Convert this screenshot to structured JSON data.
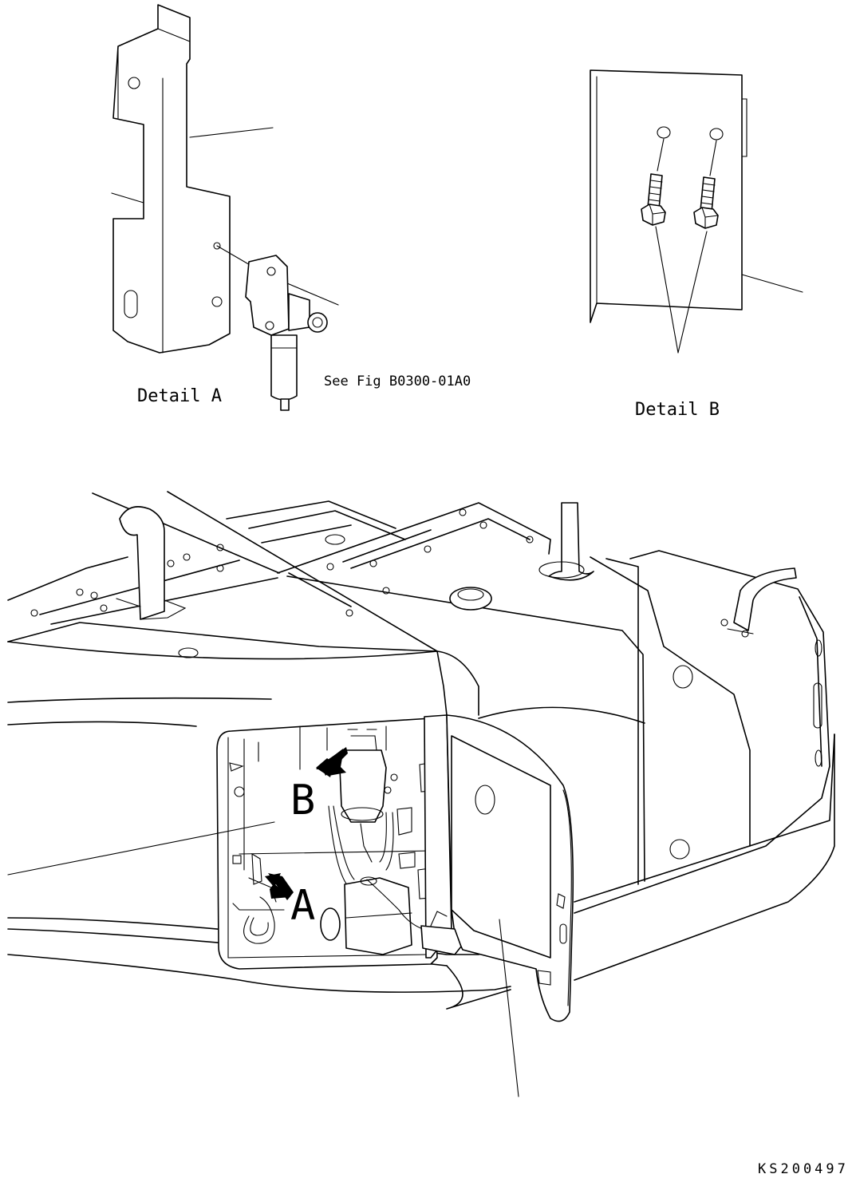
{
  "labels": {
    "detail_a": "Detail A",
    "detail_b": "Detail B",
    "see_fig": "See Fig B0300-01A0",
    "callout_a": "A",
    "callout_b": "B",
    "drawing_code": "KS200497"
  }
}
